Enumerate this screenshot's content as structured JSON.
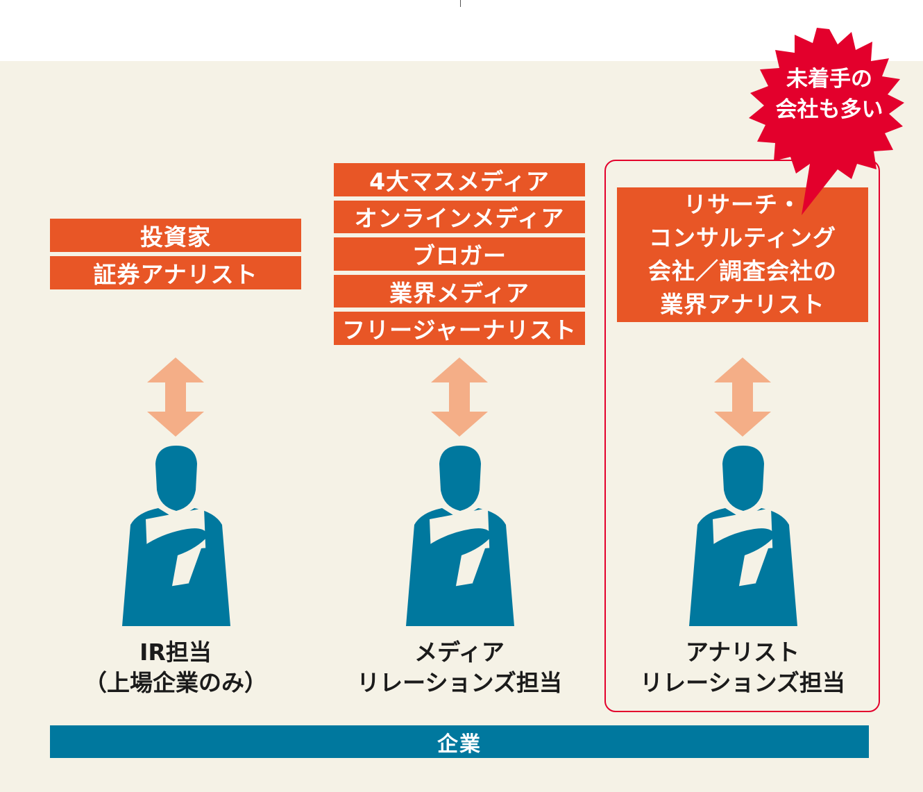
{
  "colors": {
    "background": "#f5f2e6",
    "target_box": "#e85626",
    "arrow": "#f4ae87",
    "person": "#00789e",
    "highlight": "#e3002c",
    "company_bar": "#00789e"
  },
  "columns": [
    {
      "id": "ir",
      "targets": [
        "投資家",
        "証券アナリスト"
      ],
      "role_label": "IR担当\n（上場企業のみ）"
    },
    {
      "id": "media",
      "targets": [
        "4大マスメディア",
        "オンラインメディア",
        "ブロガー",
        "業界メディア",
        "フリージャーナリスト"
      ],
      "role_label": "メディア\nリレーションズ担当"
    },
    {
      "id": "analyst",
      "target_block": "リサーチ・\nコンサルティング\n会社／調査会社の\n業界アナリスト",
      "role_label": "アナリスト\nリレーションズ担当"
    }
  ],
  "callout": "未着手の\n会社も多い",
  "company_label": "企業",
  "icons": [
    "double-arrow-icon",
    "person-silhouette-icon"
  ]
}
